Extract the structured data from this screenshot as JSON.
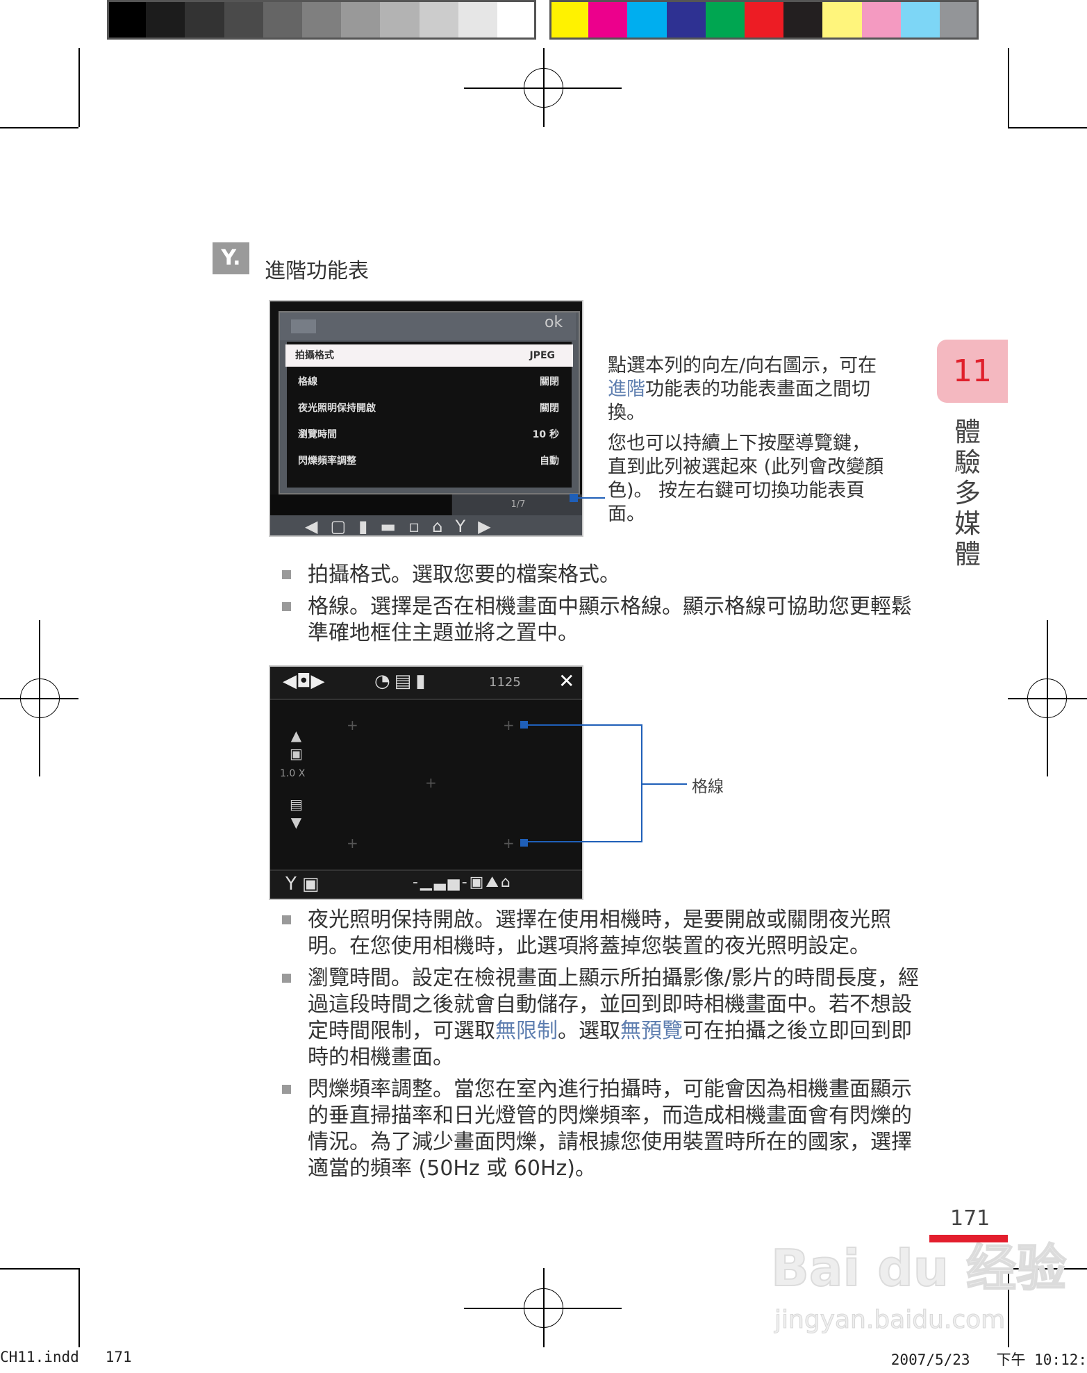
{
  "color_bar": {
    "grays": [
      "#000000",
      "#1c1c1c",
      "#333333",
      "#4a4a4a",
      "#656565",
      "#7f7f7f",
      "#999999",
      "#b3b3b3",
      "#cccccc",
      "#e6e6e6",
      "#ffffff"
    ],
    "colors": [
      "#fff200",
      "#ec008c",
      "#00aeef",
      "#2e3192",
      "#00a651",
      "#ed1c24",
      "#231f20",
      "#fff57c",
      "#f49ac1",
      "#7dd6f6",
      "#939598"
    ]
  },
  "section": {
    "icon_label": "Y.",
    "title": "進階功能表"
  },
  "screenshot1": {
    "ok_label": "ok",
    "rows": [
      {
        "label": "拍攝格式",
        "value": "JPEG"
      },
      {
        "label": "格線",
        "value": "關閉"
      },
      {
        "label": "夜光照明保持開啟",
        "value": "關閉"
      },
      {
        "label": "瀏覽時間",
        "value": "10 秒"
      },
      {
        "label": "閃爍頻率調整",
        "value": "自動"
      }
    ],
    "page_indicator": "1/7"
  },
  "caption": {
    "p1_a": "點選本列的向左/向右圖示，可在",
    "p1_link": "進階",
    "p1_b": "功能表的功能表畫面之間切換。",
    "p2": "您也可以持續上下按壓導覽鍵，直到此列被選起來 (此列會改變顏色)。 按左右鍵可切換功能表頁面。"
  },
  "chapter": {
    "number": "11",
    "title": "體驗多媒體"
  },
  "bullets": [
    {
      "text": "拍攝格式。選取您要的檔案格式。"
    },
    {
      "text": "格線。選擇是否在相機畫面中顯示格線。顯示格線可協助您更輕鬆準確地框住主題並將之置中。"
    }
  ],
  "screenshot2": {
    "count": "1125",
    "zoom": "1.0 X",
    "callout_label": "格線"
  },
  "bullets2": [
    {
      "text": "夜光照明保持開啟。選擇在使用相機時，是要開啟或關閉夜光照明。在您使用相機時，此選項將蓋掉您裝置的夜光照明設定。"
    },
    {
      "a": "瀏覽時間。設定在檢視畫面上顯示所拍攝影像/影片的時間長度，經過這段時間之後就會自動儲存，並回到即時相機畫面中。若不想設定時間限制，可選取",
      "link1": "無限制",
      "b": "。選取",
      "link2": "無預覽",
      "c": "可在拍攝之後立即回到即時的相機畫面。"
    },
    {
      "text": "閃爍頻率調整。當您在室內進行拍攝時，可能會因為相機畫面顯示的垂直掃描率和日光燈管的閃爍頻率，而造成相機畫面會有閃爍的情況。為了減少畫面閃爍，請根據您使用裝置時所在的國家，選擇適當的頻率 (50Hz 或 60Hz)。"
    }
  ],
  "page_number": "171",
  "accent_color": "#e31e2d",
  "watermark": {
    "logo": "Bai du 经验",
    "url": "jingyan.baidu.com"
  },
  "slug": {
    "left": "CH11.indd   171",
    "right": "2007/5/23   下午 10:12:"
  }
}
